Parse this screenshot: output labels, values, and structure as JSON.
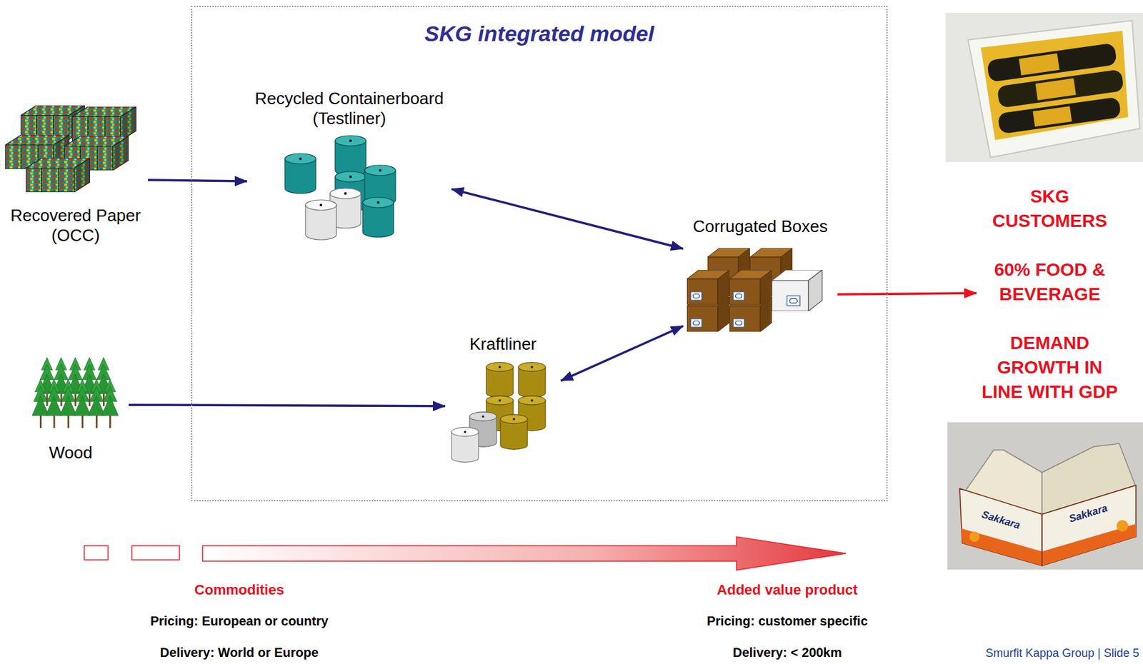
{
  "diagram": {
    "nodes": [
      {
        "text": [
          "Recovered Paper (OCC)"
        ]
      },
      {
        "text": [
          "Wood"
        ]
      },
      {
        "text": [
          "SKG integrated model"
        ]
      },
      {
        "text": [
          "Recycled Containerboard (Testliner)"
        ],
        "in": 2
      },
      {
        "text": [
          "Kraftliner"
        ],
        "in": 2
      },
      {
        "text": [
          "Corrugated Boxes"
        ],
        "in": 2
      },
      {
        "text": [
          "SKG CUSTOMERS",
          "60% FOOD & BEVERAGE",
          "DEMAND GROWTH IN LINE WITH GDP"
        ]
      }
    ],
    "edges": [
      {
        "from": 0,
        "to": 3,
        "arrow": "to"
      },
      {
        "from": 1,
        "to": 4,
        "arrow": "to"
      },
      {
        "from": 3,
        "to": 5,
        "arrow": "both"
      },
      {
        "from": 4,
        "to": 5,
        "arrow": "both"
      },
      {
        "from": 5,
        "to": 6,
        "arrow": "to"
      }
    ],
    "labels": [
      "Commodities",
      "Pricing: European or country",
      "Delivery: World or Europe",
      "Added value product",
      "Pricing: customer specific",
      "Delivery: < 200km",
      "Sakkara",
      "Sakkara",
      "Smurfit Kappa Group | Slide 5"
    ]
  }
}
